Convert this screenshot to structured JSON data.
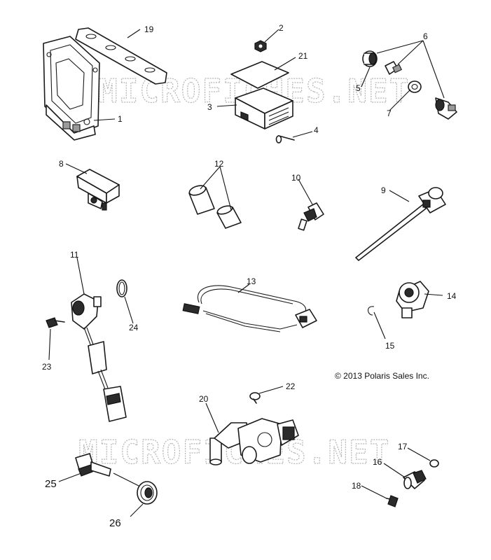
{
  "watermark": "MICROFICHES.NET",
  "copyright": "© 2013 Polaris Sales Inc.",
  "callouts": {
    "c1": "1",
    "c2": "2",
    "c3": "3",
    "c4": "4",
    "c5": "5",
    "c6": "6",
    "c7": "7",
    "c8": "8",
    "c9": "9",
    "c10": "10",
    "c11": "11",
    "c12": "12",
    "c13": "13",
    "c14": "14",
    "c15": "15",
    "c16": "16",
    "c17": "17",
    "c18": "18",
    "c19": "19",
    "c20": "20",
    "c21": "21",
    "c22": "22",
    "c23": "23",
    "c24": "24",
    "c25": "25",
    "c26": "26"
  }
}
